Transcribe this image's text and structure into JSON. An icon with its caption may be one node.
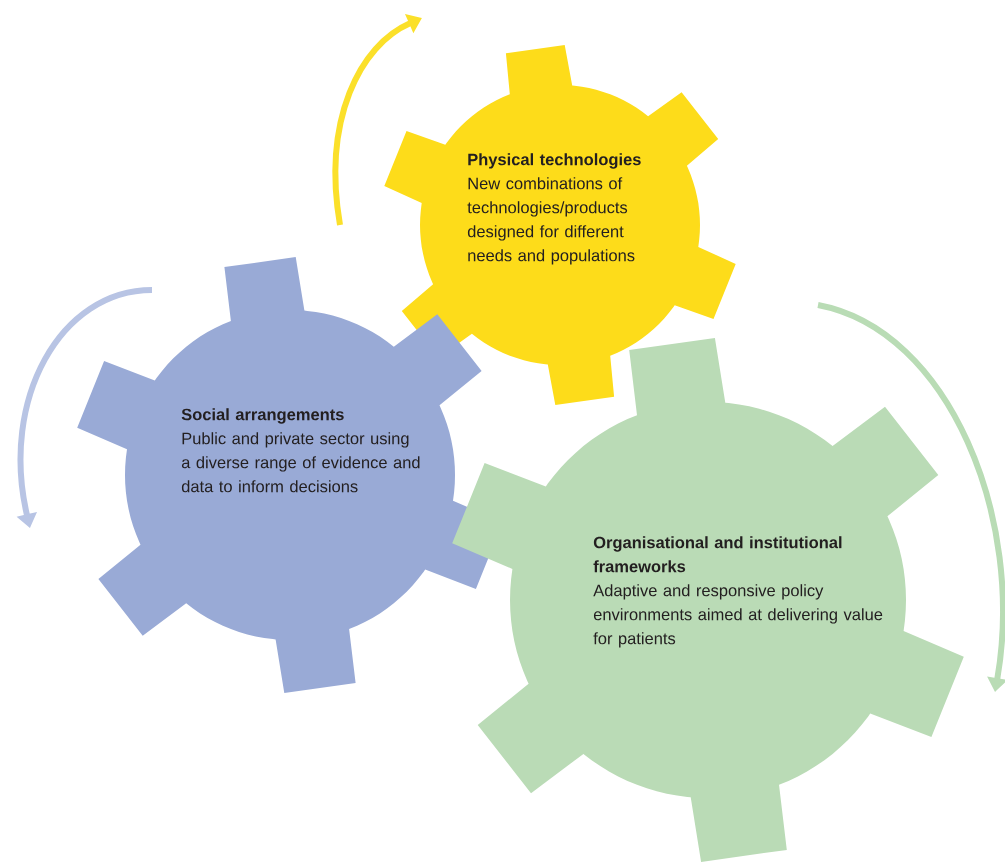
{
  "diagram": {
    "nodes": [
      {
        "text": [
          "Physical technologies",
          "New combinations of technologies/products designed for different needs and populations"
        ]
      },
      {
        "text": [
          "Social arrangements",
          "Public and private sector using a diverse range of evidence and data to inform decisions"
        ]
      },
      {
        "text": [
          "Organisational and institutional frameworks",
          "Adaptive and responsive policy environments aimed at delivering value for patients"
        ]
      }
    ]
  }
}
